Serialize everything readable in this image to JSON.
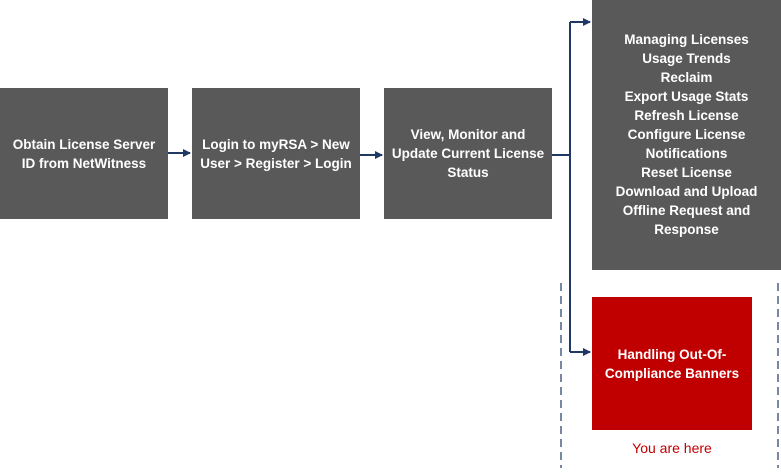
{
  "colors": {
    "box_gray": "#595959",
    "box_red": "#c00000",
    "arrow": "#1f3864",
    "dashed": "#1f3864",
    "here_text": "#c00000"
  },
  "steps": [
    {
      "lines": [
        "Obtain License Server",
        "ID from NetWitness"
      ]
    },
    {
      "lines": [
        "Login to myRSA > New",
        "User > Register > Login"
      ]
    },
    {
      "lines": [
        "View, Monitor and",
        "Update Current License",
        "Status"
      ]
    }
  ],
  "branches": {
    "managing": {
      "lines": [
        "Managing Licenses",
        "Usage Trends",
        "Reclaim",
        "Export Usage Stats",
        "Refresh License",
        "Configure License",
        "Notifications",
        "Reset License",
        "Download and Upload",
        "Offline Request and",
        "Response"
      ]
    },
    "handling": {
      "lines": [
        "Handling Out-Of-",
        "Compliance Banners"
      ]
    }
  },
  "you_are_here": "You are here"
}
